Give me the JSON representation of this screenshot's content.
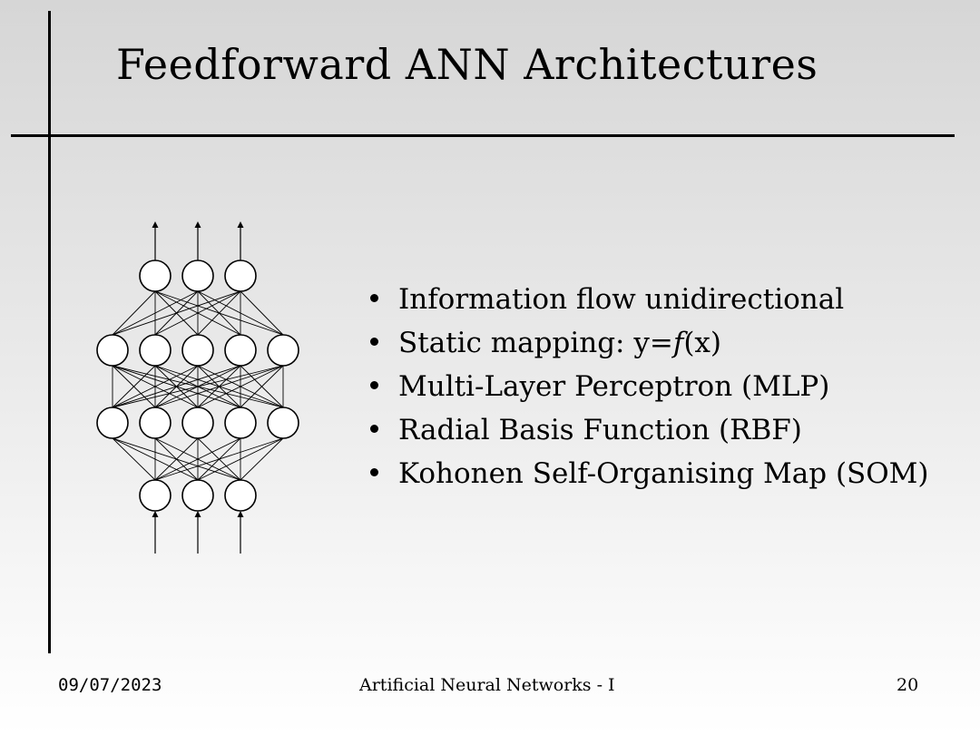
{
  "slide": {
    "title": "Feedforward ANN Architectures",
    "bullets": [
      "Information flow unidirectional",
      "Static mapping: y=f(x)",
      "Multi-Layer Perceptron (MLP)",
      "Radial Basis Function (RBF)",
      "Kohonen Self-Organising Map (SOM)"
    ]
  },
  "footer": {
    "date": "09/07/2023",
    "center": "Artificial Neural Networks - I",
    "page": "20"
  },
  "diagram": {
    "layers": [
      3,
      5,
      5,
      3
    ],
    "arrows_in": 3,
    "arrows_out": 3
  }
}
